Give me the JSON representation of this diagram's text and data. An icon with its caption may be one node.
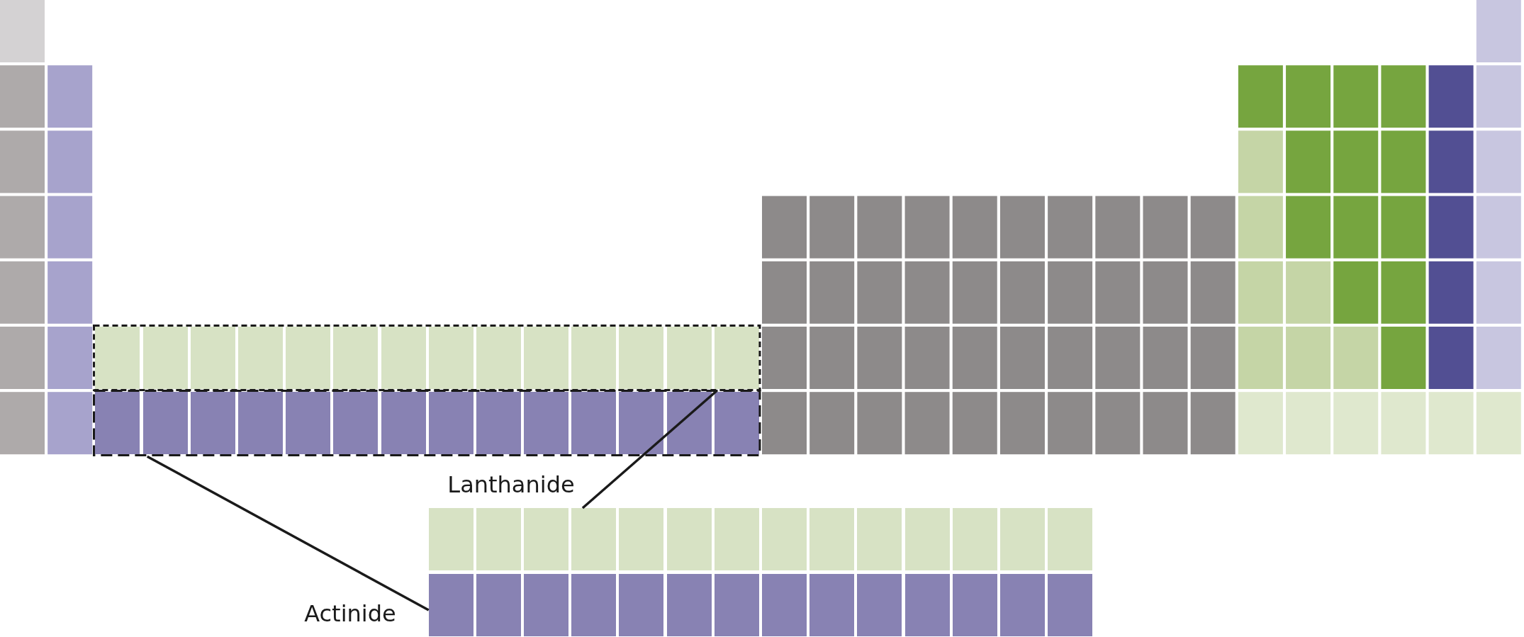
{
  "diagram": {
    "nodes": [
      {
        "text": [],
        "shape": "box"
      },
      {
        "text": [],
        "shape": "box"
      },
      {
        "text": [],
        "shape": "bar"
      },
      {
        "text": [],
        "shape": "bar"
      }
    ],
    "edges": [
      {
        "from": 2,
        "to": 0,
        "arrow": "none",
        "label": "Lanthanide"
      },
      {
        "from": 3,
        "to": 1,
        "arrow": "none",
        "label": "Actinide"
      }
    ]
  }
}
